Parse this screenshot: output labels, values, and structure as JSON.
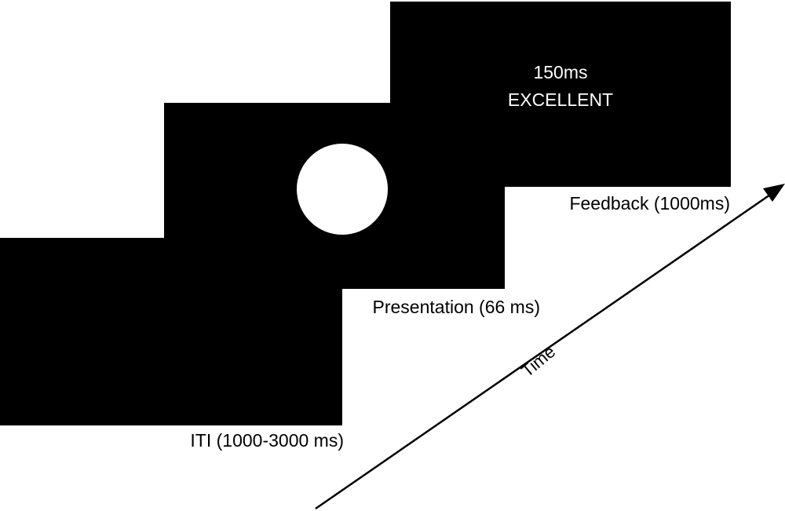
{
  "screens": {
    "iti": {
      "label": "ITI (1000-3000 ms)"
    },
    "presentation": {
      "label": "Presentation (66 ms)"
    },
    "feedback": {
      "label": "Feedback (1000ms)",
      "line1": "150ms",
      "line2": "EXCELLENT"
    }
  },
  "axis": {
    "label": "Time"
  },
  "colors": {
    "screen": "#000000",
    "stimulus": "#ffffff",
    "background": "#ffffff"
  }
}
